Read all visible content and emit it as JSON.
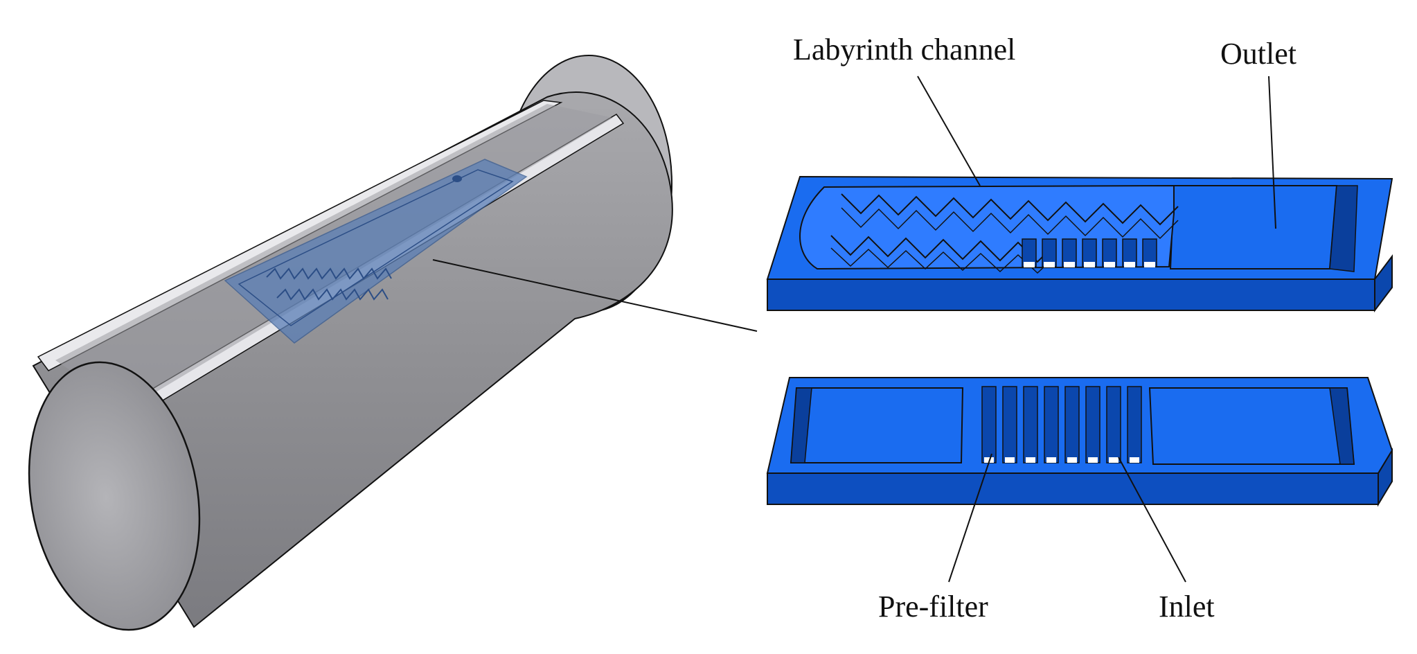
{
  "labels": {
    "labyrinth": "Labyrinth channel",
    "outlet": "Outlet",
    "prefilter": "Pre-filter",
    "inlet": "Inlet"
  },
  "colors": {
    "emitter_blue": "#1a6cf0",
    "emitter_blue_dark": "#0d4fc0",
    "emitter_blue_light": "#3d86ff",
    "pipe_gray": "#8e8e92",
    "pipe_light": "#c9c9cd",
    "outline": "#111111"
  },
  "icons": [
    "drip-pipe-illustration",
    "emitter-top-part",
    "emitter-bottom-part"
  ]
}
